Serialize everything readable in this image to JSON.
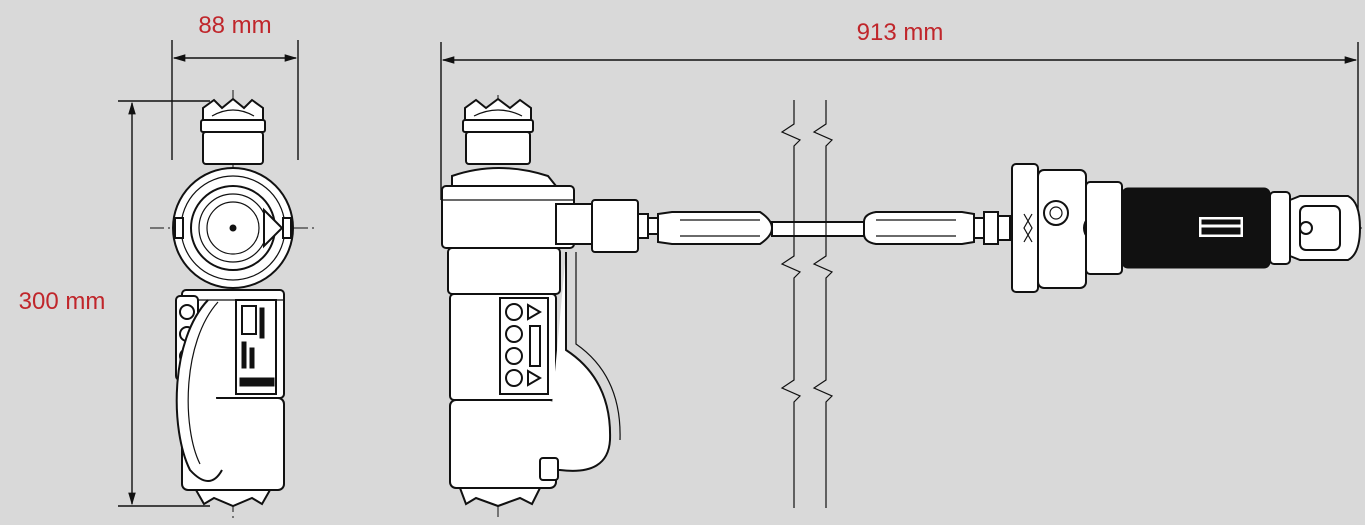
{
  "dimensions": {
    "width": "88 mm",
    "length": "913 mm",
    "height": "300 mm"
  },
  "colors": {
    "background": "#d9d9d9",
    "dimension_text": "#c0262b",
    "line": "#111111"
  },
  "views": [
    "front-view",
    "side-view"
  ]
}
